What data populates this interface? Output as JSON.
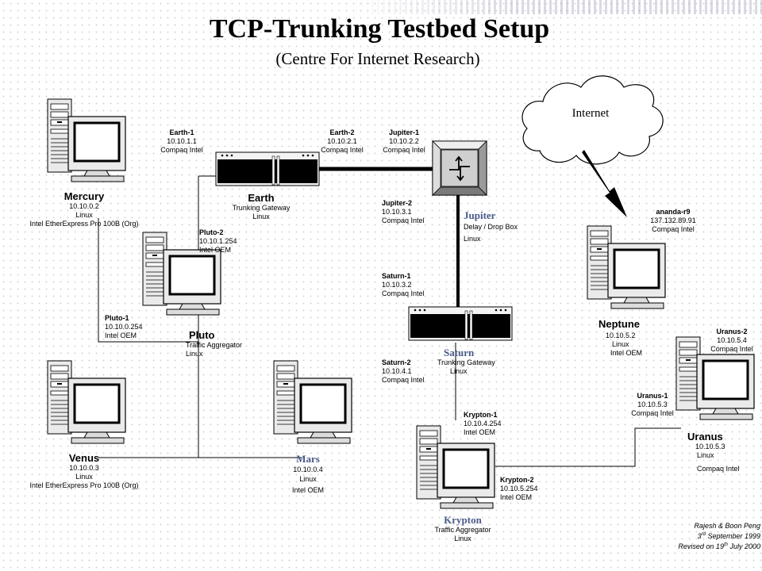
{
  "title": "TCP-Trunking Testbed Setup",
  "subtitle": "(Centre For Internet Research)",
  "internet_label": "Internet",
  "nodes": {
    "mercury": {
      "name": "Mercury",
      "ip": "10.10.0.2",
      "os": "Linux",
      "nic": "Intel EtherExpress Pro 100B (Org)"
    },
    "venus": {
      "name": "Venus",
      "ip": "10.10.0.3",
      "os": "Linux",
      "nic": "Intel EtherExpress Pro 100B (Org)"
    },
    "earth": {
      "name": "Earth",
      "role": "Trunking Gateway",
      "os": "Linux"
    },
    "pluto": {
      "name": "Pluto",
      "role": "Traffic Aggregator",
      "os": "Linux"
    },
    "mars": {
      "name": "Mars",
      "ip": "10.10.0.4",
      "os": "Linux",
      "nic": "Intel OEM"
    },
    "jupiter": {
      "name": "Jupiter",
      "role": "Delay / Drop Box",
      "os": "Linux"
    },
    "saturn": {
      "name": "Saturn",
      "role": "Trunking Gateway",
      "os": "Linux"
    },
    "krypton": {
      "name": "Krypton",
      "role": "Traffic Aggregator",
      "os": "Linux"
    },
    "neptune": {
      "name": "Neptune",
      "ip": "10.10.5.2",
      "os": "Linux",
      "nic": "Intel OEM"
    },
    "uranus": {
      "name": "Uranus",
      "ip": "10.10.5.3",
      "os": "Linux",
      "nic": "Compaq Intel"
    }
  },
  "interfaces": {
    "earth1": {
      "name": "Earth-1",
      "ip": "10.10.1.1",
      "nic": "Compaq Intel"
    },
    "earth2": {
      "name": "Earth-2",
      "ip": "10.10.2.1",
      "nic": "Compaq Intel"
    },
    "jupiter1": {
      "name": "Jupiter-1",
      "ip": "10.10.2.2",
      "nic": "Compaq Intel"
    },
    "jupiter2": {
      "name": "Jupiter-2",
      "ip": "10.10.3.1",
      "nic": "Compaq Intel"
    },
    "pluto2": {
      "name": "Pluto-2",
      "ip": "10.10.1.254",
      "nic": "Intel OEM"
    },
    "pluto1": {
      "name": "Pluto-1",
      "ip": "10.10.0.254",
      "nic": "Intel OEM"
    },
    "saturn1": {
      "name": "Saturn-1",
      "ip": "10.10.3.2",
      "nic": "Compaq Intel"
    },
    "saturn2": {
      "name": "Saturn-2",
      "ip": "10.10.4.1",
      "nic": "Compaq Intel"
    },
    "krypton1": {
      "name": "Krypton-1",
      "ip": "10.10.4.254",
      "nic": "Intel OEM"
    },
    "krypton2": {
      "name": "Krypton-2",
      "ip": "10.10.5.254",
      "nic": "Intel OEM"
    },
    "anandar9": {
      "name": "ananda-r9",
      "ip": "137.132.89.91",
      "nic": "Compaq Intel"
    },
    "uranus2": {
      "name": "Uranus-2",
      "ip": "10.10.5.4",
      "nic": "Compaq Intel"
    },
    "uranus1": {
      "name": "Uranus-1",
      "ip": "10.10.5.3",
      "nic": "Compaq Intel"
    }
  },
  "credits": {
    "authors": "Rajesh & Boon Peng",
    "date_day": "3",
    "date_suffix": "rd",
    "date_rest": " September 1999",
    "revised_prefix": "Revised on 19",
    "revised_suffix": "th",
    "revised_rest": " July 2000"
  },
  "colors": {
    "line": "#000000",
    "accent_serif_label": "#4a5a8a",
    "switch_face": "#c8c8c8"
  },
  "icons": [
    "desktop-computer-icon",
    "rack-server-icon",
    "network-switch-icon",
    "internet-cloud-icon",
    "lightning-link-icon"
  ]
}
